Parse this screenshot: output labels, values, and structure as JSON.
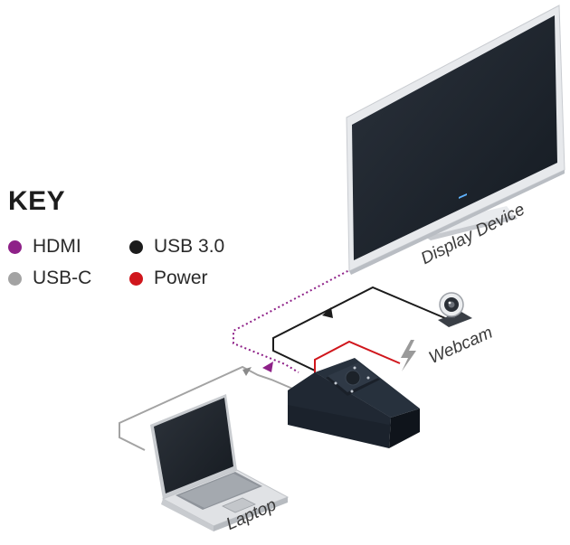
{
  "key": {
    "title": "KEY",
    "items": [
      {
        "label": "HDMI",
        "color": "#8e2188"
      },
      {
        "label": "USB-C",
        "color": "#a3a3a3"
      },
      {
        "label": "USB 3.0",
        "color": "#1b1b1b"
      },
      {
        "label": "Power",
        "color": "#d0161c"
      }
    ]
  },
  "devices": {
    "display": "Display Device",
    "webcam": "Webcam",
    "laptop": "Laptop"
  },
  "colors": {
    "hub_dark": "#1d2530",
    "screen": "#232a33",
    "bezel": "#e3e6ea",
    "laptop_body": "#d5d7da"
  }
}
